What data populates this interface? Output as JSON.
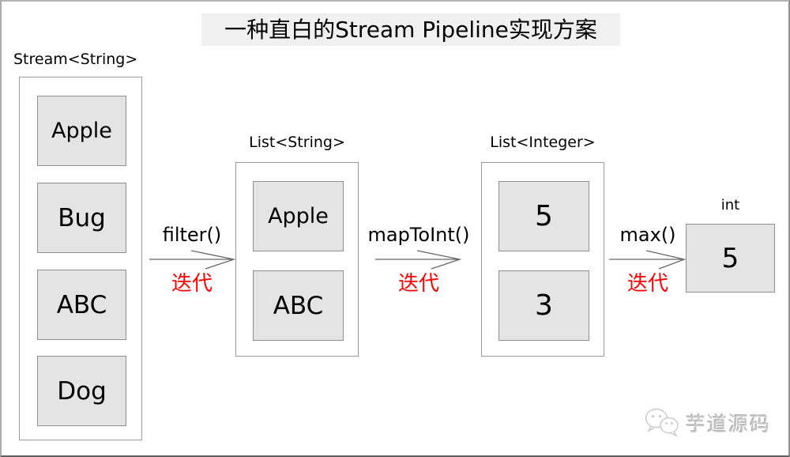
{
  "title": "一种直白的Stream Pipeline实现方案",
  "stages": [
    {
      "label": "Stream<String>",
      "items": [
        "Apple",
        "Bug",
        "ABC",
        "Dog"
      ]
    },
    {
      "label": "List<String>",
      "items": [
        "Apple",
        "ABC"
      ]
    },
    {
      "label": "List<Integer>",
      "items": [
        "5",
        "3"
      ]
    },
    {
      "label": "int",
      "items": [
        "5"
      ]
    }
  ],
  "operations": [
    {
      "name": "filter()",
      "annotation": "迭代"
    },
    {
      "name": "mapToInt()",
      "annotation": "迭代"
    },
    {
      "name": "max()",
      "annotation": "迭代"
    }
  ],
  "watermark": {
    "icon": "wechat-bubbles-icon",
    "text": "芋道源码"
  },
  "colors": {
    "annotation_red": "#fe0000",
    "box_fill": "#e4e4e4",
    "box_border": "#8f8f8f",
    "container_border": "#9a9a9a",
    "title_bg": "#f0f0f0",
    "arrow_stroke": "#666666",
    "watermark_gray": "#c6c6c6"
  }
}
